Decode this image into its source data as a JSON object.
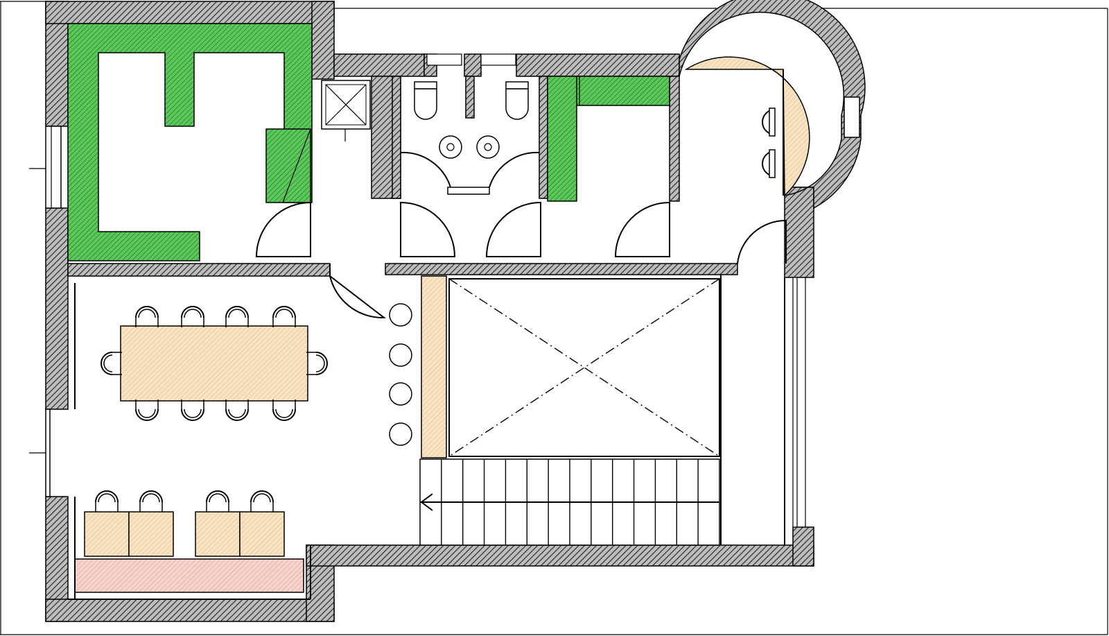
{
  "drawing": {
    "type": "architectural floor plan",
    "annotations": []
  },
  "colors": {
    "background": "#ffffff",
    "wall_hatch_bg": "#bdbdbd",
    "wall_hatch_line": "#2a2a2a",
    "kitchen_fill": "#5cc85c",
    "kitchen_hatch": "#1f7a1f",
    "wood_fill": "#f7e2c2",
    "wood_hatch": "#e2b88a",
    "bench_fill": "#f6d2cc",
    "bench_hatch": "#d99a90",
    "line": "#000000"
  },
  "rooms": [
    "kitchen",
    "shower",
    "wc-1",
    "wc-2",
    "service-kitchen",
    "bar-room",
    "dining-area",
    "lounge-area",
    "void",
    "staircase",
    "corridor"
  ],
  "furniture": {
    "dining_table_chairs": 10,
    "bar_stools": 4,
    "bay_stools": 2,
    "lounge_tables": 4,
    "toilets": 2,
    "sinks": 2
  },
  "stair": {
    "treads": 14,
    "direction": "left"
  }
}
